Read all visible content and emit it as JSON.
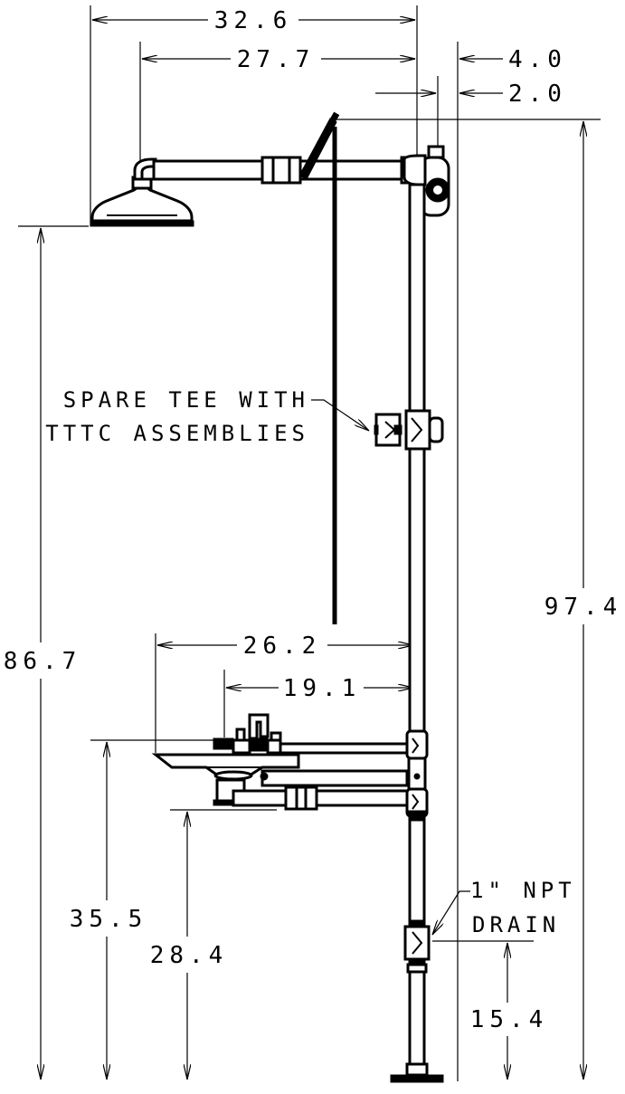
{
  "dimensions": {
    "overall_reach": "32.6",
    "head_reach": "27.7",
    "wall_offset": "4.0",
    "pipe_offset": "2.0",
    "overall_height": "97.4",
    "head_height": "86.7",
    "bowl_reach": "26.2",
    "bowl_center_reach": "19.1",
    "bowl_rim_height": "35.5",
    "bowl_bottom_height": "28.4",
    "drain_height": "15.4"
  },
  "callouts": {
    "spare_tee_line1": "SPARE TEE WITH",
    "spare_tee_line2": "TTTC ASSEMBLIES",
    "drain_line1": "1\" NPT",
    "drain_line2": "DRAIN"
  }
}
